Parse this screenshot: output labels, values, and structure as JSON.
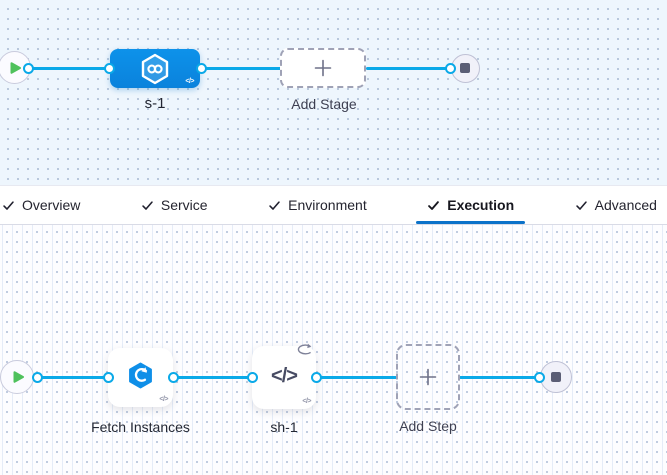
{
  "icons": {
    "play": "play-triangle",
    "stop": "stop-square",
    "plus": "+",
    "check": "checkmark",
    "code_glyph": "</>",
    "loop": "circular-arrows",
    "stage_icon": "hexagon-infinity",
    "fetch_icon": "hexagon-refresh-arrow"
  },
  "colors": {
    "canvas_top_bg": "#eef6fd",
    "canvas_bottom_bg": "#fdfdff",
    "connector_line": "#0aa9e8",
    "stage_node_blue": "#0b8ce4",
    "fetch_icon_blue": "#0f8fe8",
    "active_tab_underline": "#0b72c9",
    "play_green": "#4fc15c",
    "stop_square_gray": "#5b5e75",
    "dashed_border": "#9fa2b6"
  },
  "pipeline_canvas": {
    "stage": {
      "label": "s-1"
    },
    "add_stage_label": "Add Stage"
  },
  "tab_bar": {
    "active_tab": "Execution",
    "tabs": [
      {
        "label": "Overview"
      },
      {
        "label": "Service"
      },
      {
        "label": "Environment"
      },
      {
        "label": "Execution"
      },
      {
        "label": "Advanced"
      }
    ]
  },
  "execution_canvas": {
    "steps": [
      {
        "label": "Fetch Instances",
        "icon": "elastigroup-fetch"
      },
      {
        "label": "sh-1",
        "icon": "shell-script-code",
        "has_loop_badge": true
      }
    ],
    "add_step_label": "Add Step"
  }
}
